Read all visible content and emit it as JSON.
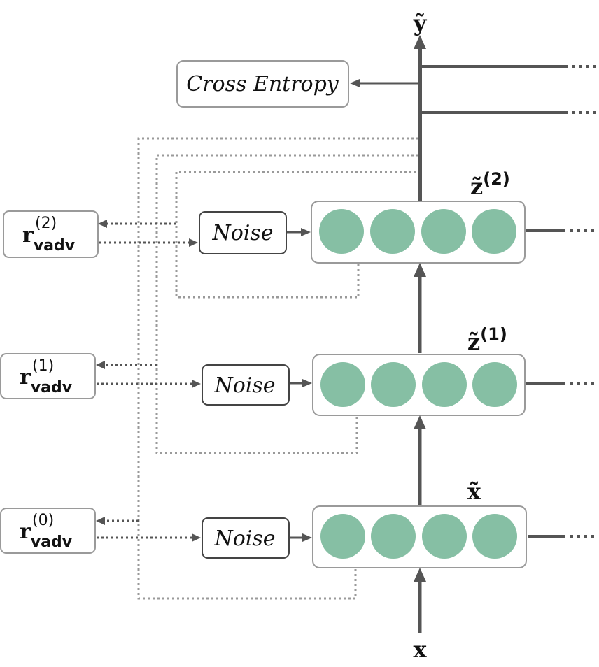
{
  "diagram": {
    "loss_box": {
      "label": "Cross Entropy"
    },
    "noise_label": "Noise",
    "output": {
      "label": "ỹ"
    },
    "input": {
      "label": "x"
    },
    "layers": [
      {
        "name": "x̃",
        "sup": "",
        "units": 4,
        "perturbation": {
          "base": "r",
          "sub": "vadv",
          "sup": "(0)"
        }
      },
      {
        "name": "z̃",
        "sup": "(1)",
        "units": 4,
        "perturbation": {
          "base": "r",
          "sub": "vadv",
          "sup": "(1)"
        }
      },
      {
        "name": "z̃",
        "sup": "(2)",
        "units": 4,
        "perturbation": {
          "base": "r",
          "sub": "vadv",
          "sup": "(2)"
        }
      }
    ],
    "colors": {
      "unit_fill": "#86bfa4",
      "solid_line": "#555555",
      "dotted_line": "#9a9a9a",
      "dotted_arrow": "#555555",
      "box_border_light": "#9a9a9a",
      "box_border_dark": "#444444"
    }
  }
}
